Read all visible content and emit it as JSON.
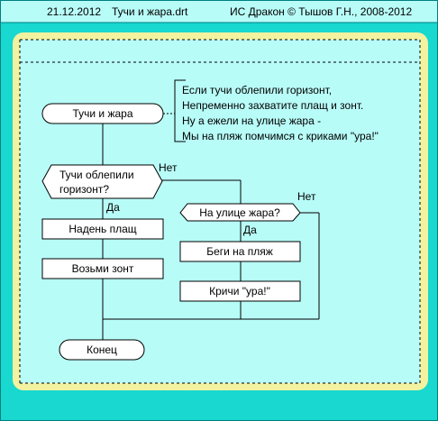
{
  "header": {
    "date": "21.12.2012",
    "file_name": "Тучи и жара.drt",
    "copyright": "ИС Дракон © Тышов Г.Н., 2008-2012"
  },
  "diagram": {
    "title": "Тучи и жара",
    "comment_lines": [
      "Если тучи облепили горизонт,",
      "Непременно захватите плащ и зонт.",
      "Ну а ежели на улице жара -",
      "Мы на пляж помчимся с криками \"ура!\""
    ],
    "question1": {
      "line1": "Тучи облепили",
      "line2": "горизонт?"
    },
    "question2": "На улице жара?",
    "yes_label": "Да",
    "no_label": "Нет",
    "actions": {
      "cloak": "Надень плащ",
      "umbrella": "Возьми зонт",
      "run_beach": "Беги на пляж",
      "shout": "Кричи \"ура!\""
    },
    "end": "Конец"
  },
  "colors": {
    "background": "#18D8D0",
    "frame": "#F2F2A0",
    "canvas": "#B8FCF8",
    "shape_fill": "#FFFFFF"
  }
}
